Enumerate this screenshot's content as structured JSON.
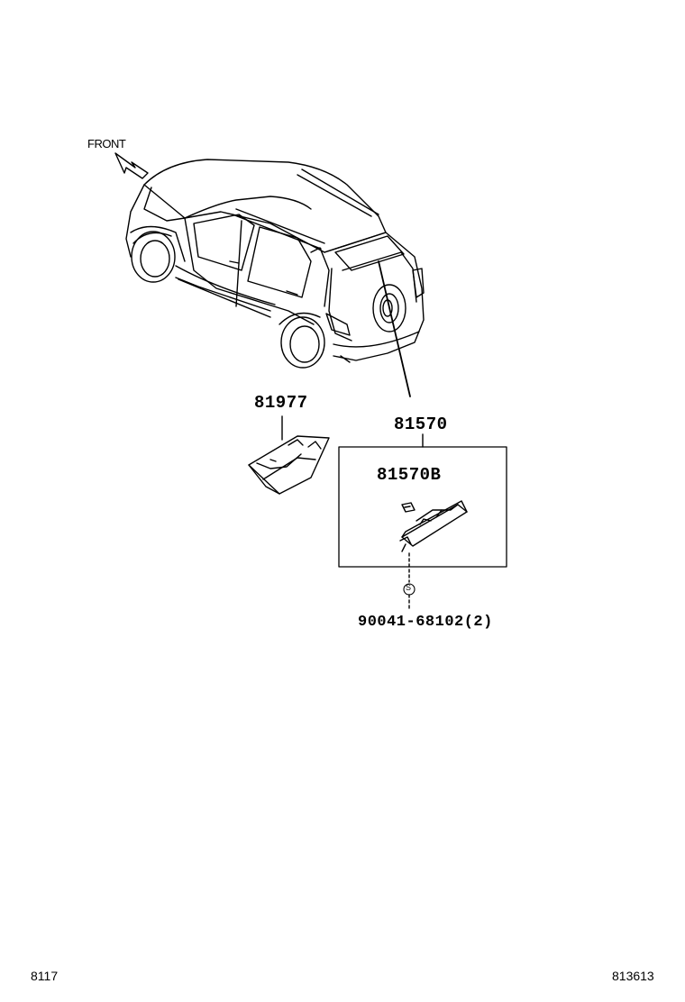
{
  "orientation": {
    "label": "FRONT"
  },
  "parts": {
    "cover": {
      "number": "81977"
    },
    "lamp_assy": {
      "number": "81570"
    },
    "lamp_sub": {
      "number": "81570B"
    },
    "screw": {
      "number": "90041-68102(2)",
      "symbol": "S"
    }
  },
  "footer": {
    "left_code": "8117",
    "right_code": "813613"
  }
}
